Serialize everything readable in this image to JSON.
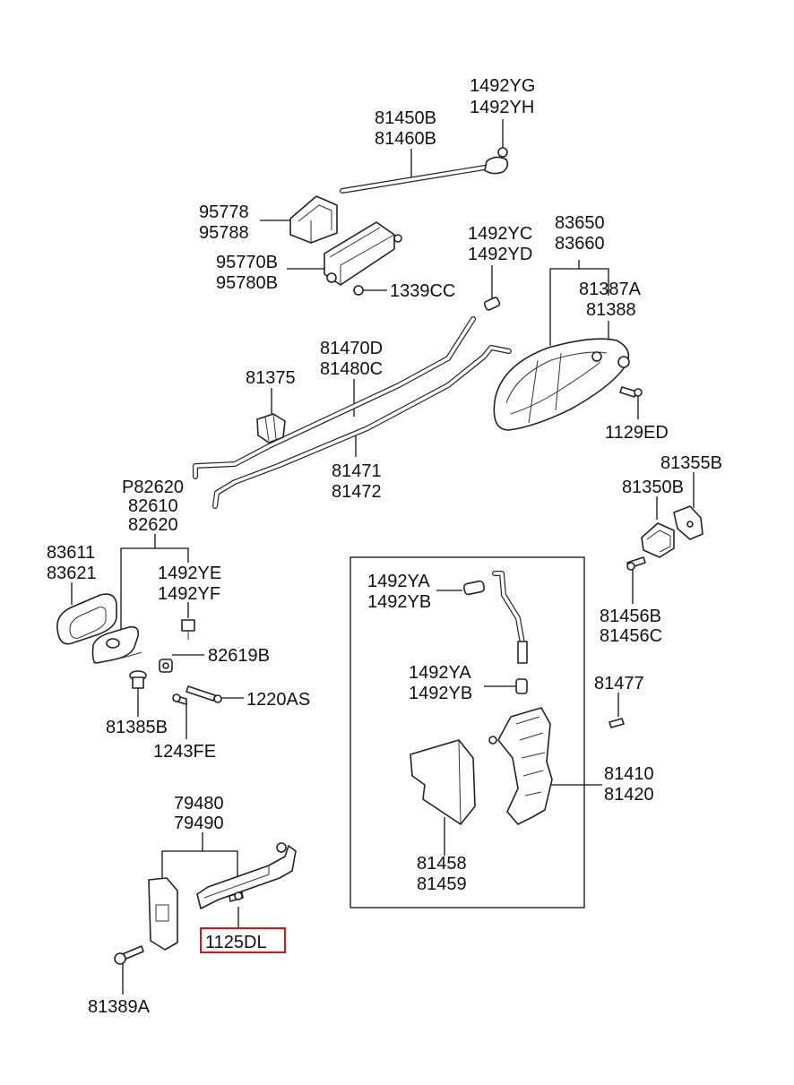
{
  "highlight_color": "#dd1111",
  "labels": {
    "p1492YG": "1492YG",
    "p1492YH": "1492YH",
    "p81450B": "81450B",
    "p81460B": "81460B",
    "p95778": "95778",
    "p95788": "95788",
    "p95770B": "95770B",
    "p95780B": "95780B",
    "p1339CC": "1339CC",
    "p1492YC": "1492YC",
    "p1492YD": "1492YD",
    "p83650": "83650",
    "p83660": "83660",
    "p81387A": "81387A",
    "p81388": "81388",
    "p81470D": "81470D",
    "p81480C": "81480C",
    "p81375": "81375",
    "p1129ED": "1129ED",
    "p81471": "81471",
    "p81472": "81472",
    "p81355B": "81355B",
    "pP82620": "P82620",
    "p82610": "82610",
    "p82620": "82620",
    "p81350B": "81350B",
    "p83611": "83611",
    "p83621": "83621",
    "p1492YE": "1492YE",
    "p1492YF": "1492YF",
    "p1492YA_1": "1492YA",
    "p1492YB_1": "1492YB",
    "p81456B": "81456B",
    "p81456C": "81456C",
    "p82619B": "82619B",
    "p1492YA_2": "1492YA",
    "p1492YB_2": "1492YB",
    "p81477": "81477",
    "p1220AS": "1220AS",
    "p81385B": "81385B",
    "p1243FE": "1243FE",
    "p81410": "81410",
    "p81420": "81420",
    "p79480": "79480",
    "p79490": "79490",
    "p81458": "81458",
    "p81459": "81459",
    "p1125DL": "1125DL",
    "p81389A": "81389A"
  }
}
